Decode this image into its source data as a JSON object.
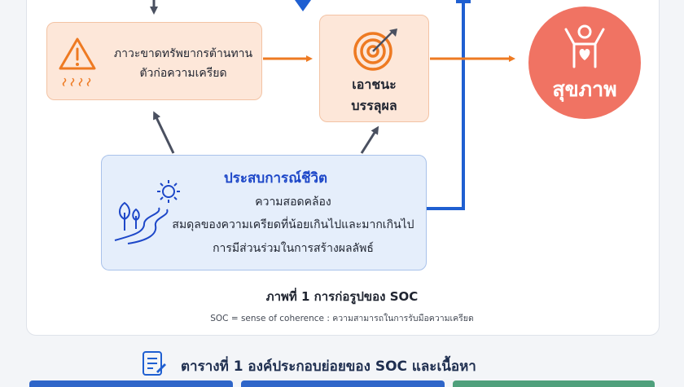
{
  "diagram": {
    "stress_box": {
      "line1": "ภาวะขาดทรัพยากรต้านทาน",
      "line2": "ตัวก่อความเครียด"
    },
    "opportunity_box": {
      "line1": "เอาชนะ",
      "line2": "บรรลุผล"
    },
    "health_circle": {
      "label": "สุขภาพ"
    },
    "life_box": {
      "title": "ประสบการณ์ชีวิต",
      "item1": "ความสอดคล้อง",
      "item2": "สมดุลของความเครียดที่น้อยเกินไปและมากเกินไป",
      "item3": "การมีส่วนร่วมในการสร้างผลลัพธ์"
    }
  },
  "figure_caption": {
    "title": "ภาพที่ 1  การก่อรูปของ SOC",
    "note": "SOC = sense of coherence : ความสามารถในการรับมือความเครียด"
  },
  "table_heading": {
    "title": "ตารางที่ 1  องค์ประกอบย่อยของ SOC และเนื้อหา"
  },
  "colors": {
    "orange_arrow": "#ee7a22",
    "blue_connector": "#1f5fd1",
    "gray_arrow": "#4a5060",
    "health_fill": "#f07363",
    "box_orange": "#fde7d9",
    "box_blue": "#e5eefb"
  },
  "icons": [
    "warning-icon",
    "target-icon",
    "person-heart-icon",
    "path-sun-icon",
    "document-icon"
  ]
}
